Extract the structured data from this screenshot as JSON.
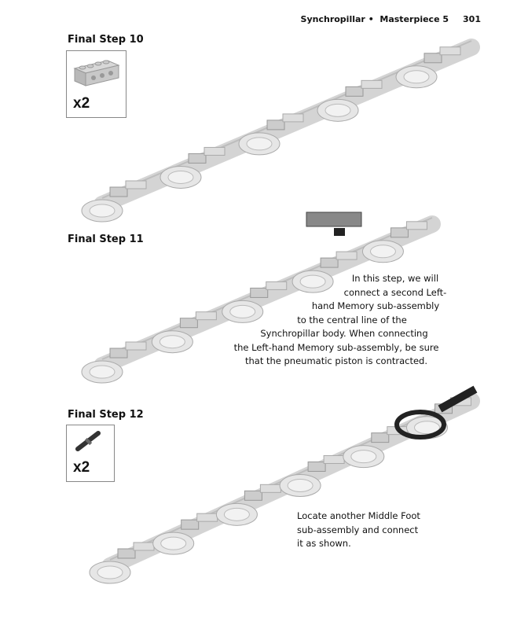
{
  "header": {
    "chapter": "Synchropillar",
    "bullet": "•",
    "section": "Masterpiece 5",
    "page_number": "301"
  },
  "steps": [
    {
      "label": "Final Step 10",
      "part": {
        "icon": "technic-brick-1x4-icon",
        "quantity": "x2"
      }
    },
    {
      "label": "Final Step 11",
      "text_lines": [
        "In this step, we will",
        "connect a second Left-",
        "hand Memory sub-assembly",
        "to the central line of the",
        "Synchropillar body. When connecting",
        "the Left-hand Memory sub-assembly, be sure",
        "that the pneumatic piston is contracted."
      ]
    },
    {
      "label": "Final Step 12",
      "part": {
        "icon": "technic-pin-icon",
        "quantity": "x2"
      },
      "text_lines": [
        "Locate another Middle Foot",
        "sub-assembly and connect",
        "it as shown."
      ]
    }
  ],
  "colors": {
    "part_gray": "#c8c8c8",
    "dark_part": "#333333",
    "accent_dark": "#222222"
  }
}
